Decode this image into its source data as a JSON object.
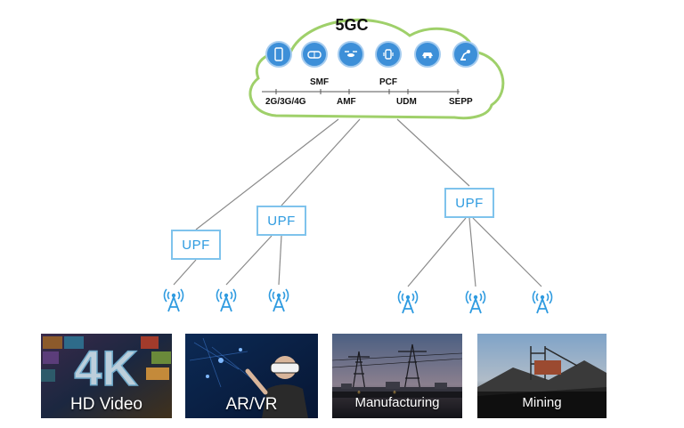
{
  "core": {
    "title": "5GC",
    "functions_top": [
      "SMF",
      "PCF"
    ],
    "functions_bottom": [
      "2G/3G/4G",
      "AMF",
      "UDM",
      "SEPP"
    ],
    "icons": [
      "phone-icon",
      "vr-headset-icon",
      "drone-icon",
      "wearable-icon",
      "car-icon",
      "robot-arm-icon"
    ]
  },
  "upf": {
    "label": "UPF",
    "count": 3
  },
  "towers": {
    "icon": "cell-tower-icon",
    "count": 6
  },
  "use_cases": [
    {
      "label": "HD Video",
      "overlay_text": "4K"
    },
    {
      "label": "AR/VR"
    },
    {
      "label": "Manufacturing"
    },
    {
      "label": "Mining"
    }
  ],
  "colors": {
    "cloud_border": "#9fd06a",
    "accent_blue": "#2f9be0",
    "icon_blue": "#3d8fd8",
    "line_gray": "#8a8a8a"
  }
}
